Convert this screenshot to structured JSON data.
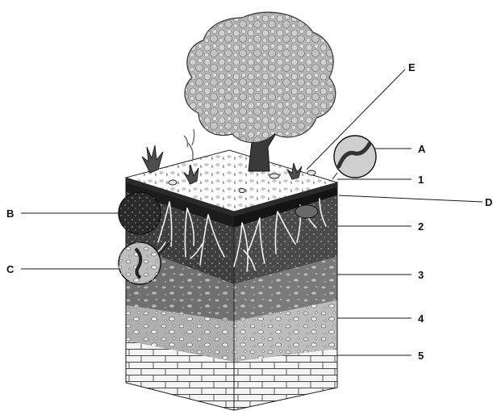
{
  "labels": {
    "A": "A",
    "B": "B",
    "C": "C",
    "D": "D",
    "E": "E",
    "n1": "1",
    "n2": "2",
    "n3": "3",
    "n4": "4",
    "n5": "5"
  }
}
